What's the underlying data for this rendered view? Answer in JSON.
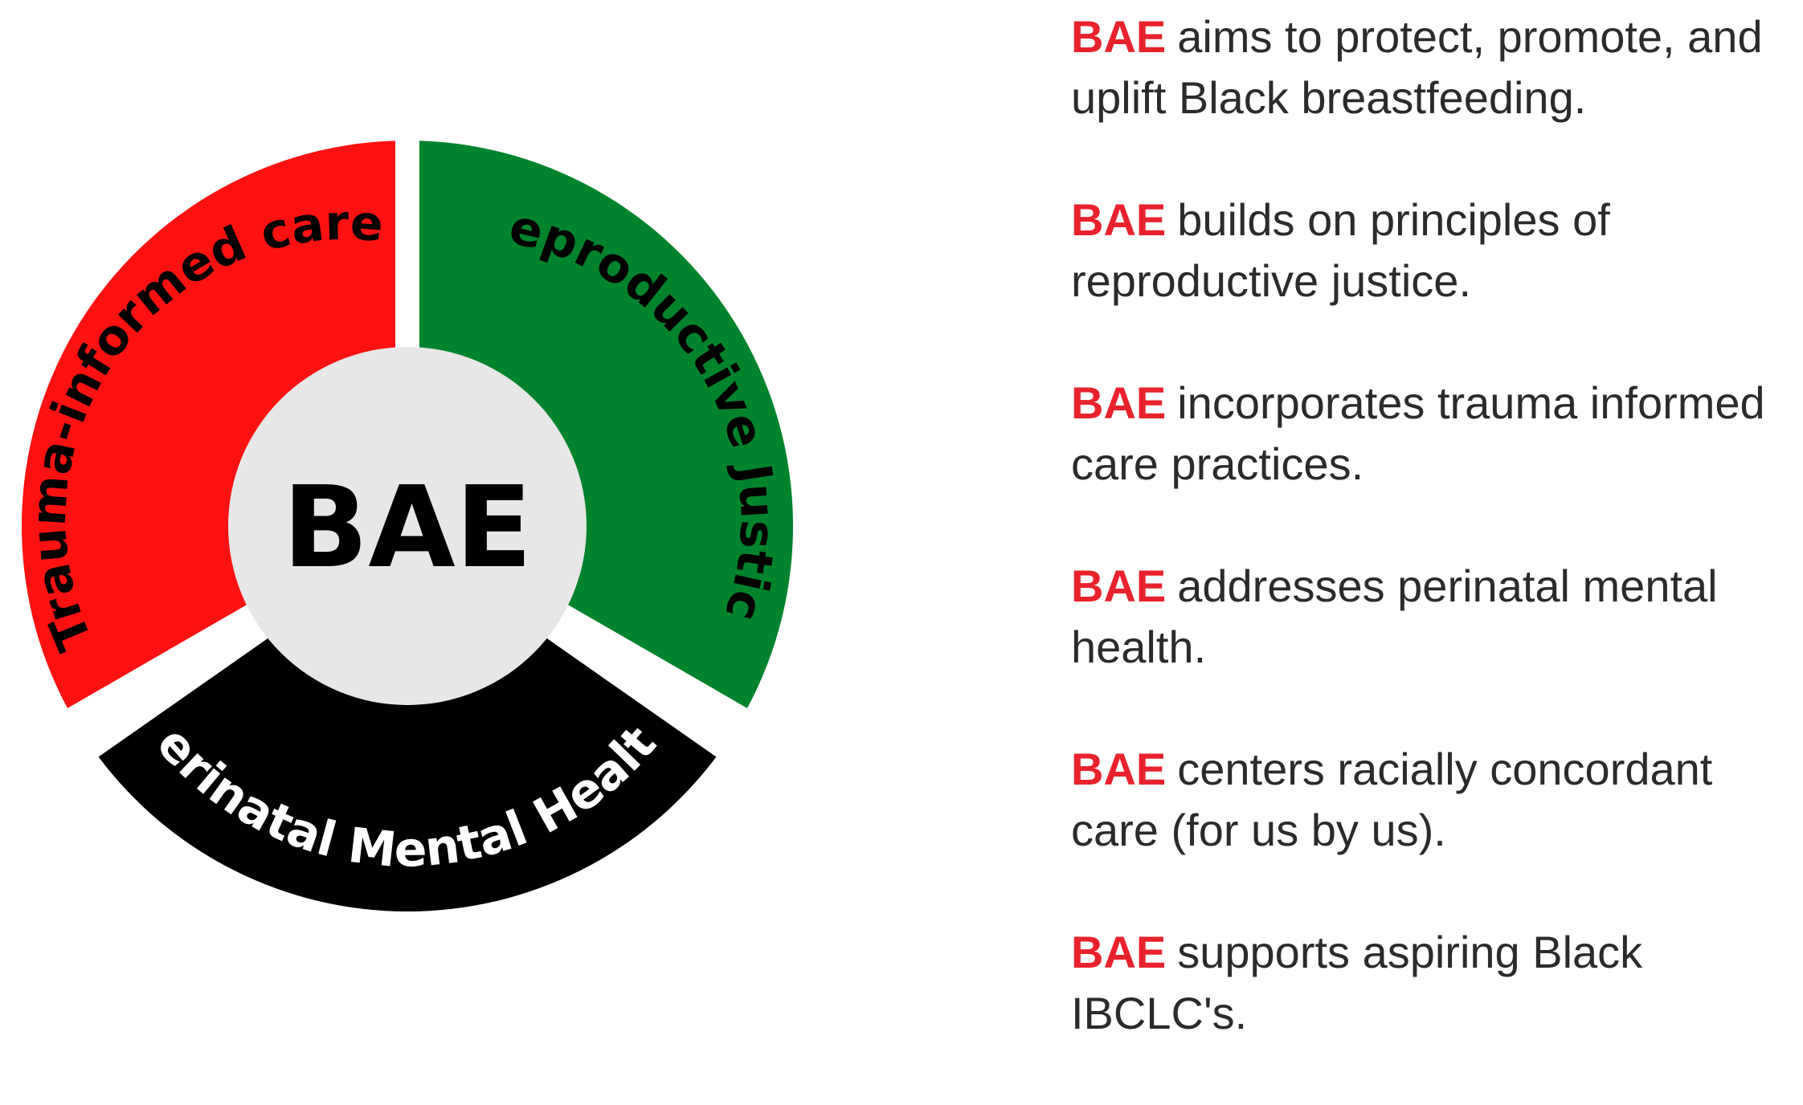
{
  "colors": {
    "red": "#fd1111",
    "green": "#00832d",
    "black": "#000000",
    "center": "#e7e7e7",
    "text": "#2b2b2b",
    "brand": "#e8222b"
  },
  "diagram": {
    "center_label": "BAE",
    "segments": [
      {
        "label": "Trauma-informed care",
        "color": "red"
      },
      {
        "label": "Reproductive Justice",
        "color": "green"
      },
      {
        "label": "Perinatal Mental Health",
        "color": "black"
      }
    ]
  },
  "statements": [
    {
      "brand": "BAE",
      "text": "aims to protect, promote, and uplift Black breastfeeding."
    },
    {
      "brand": "BAE",
      "text": "builds on principles of reproductive justice."
    },
    {
      "brand": "BAE",
      "text": "incorporates trauma informed care practices."
    },
    {
      "brand": "BAE",
      "text": "addresses perinatal mental health."
    },
    {
      "brand": "BAE",
      "text": "centers racially concordant care (for us by us)."
    },
    {
      "brand": "BAE",
      "text": "supports aspiring Black IBCLC's."
    }
  ]
}
